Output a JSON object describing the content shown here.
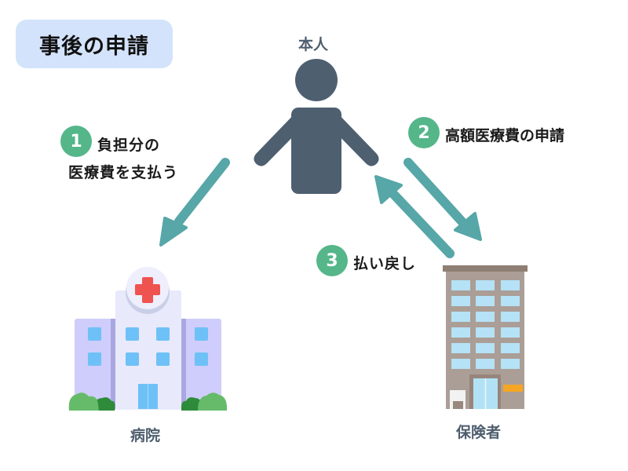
{
  "title": "事後の申請",
  "actors": {
    "person": {
      "label": "本人"
    },
    "hospital": {
      "label": "病院"
    },
    "insurer": {
      "label": "保険者"
    }
  },
  "steps": [
    {
      "number": "1",
      "line1": "負担分の",
      "line2": "医療費を支払う",
      "from": "本人",
      "to": "病院"
    },
    {
      "number": "2",
      "text": "高額医療費の申請",
      "from": "本人",
      "to": "保険者"
    },
    {
      "number": "3",
      "text": "払い戻し",
      "from": "保険者",
      "to": "本人"
    }
  ],
  "colors": {
    "title_bg": "#d3e3fb",
    "badge": "#55b68a",
    "arrow": "#57a6a8",
    "person": "#4e5f70",
    "cross": "#ef5350",
    "label": "#4e5e6e"
  }
}
